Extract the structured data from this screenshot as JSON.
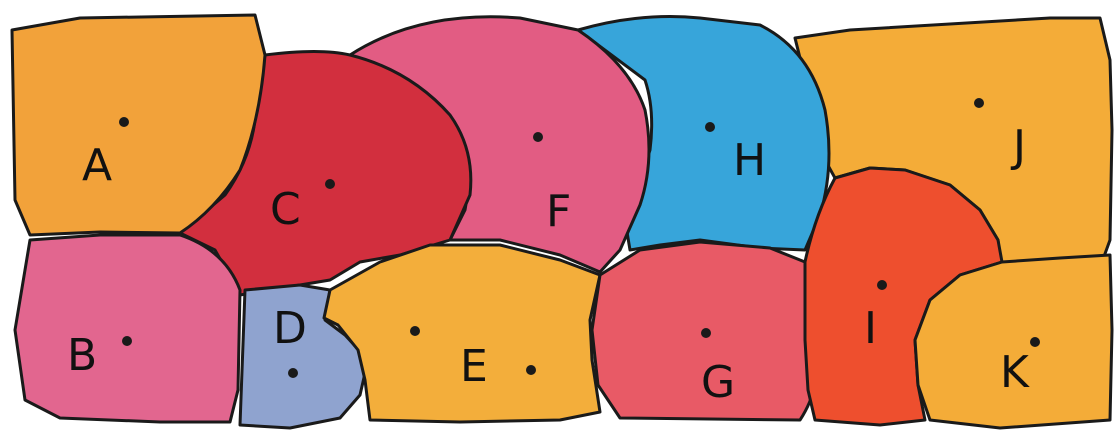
{
  "regions": [
    {
      "id": "A",
      "label": "A",
      "color": "#F2A23A"
    },
    {
      "id": "B",
      "label": "B",
      "color": "#E2668F"
    },
    {
      "id": "C",
      "label": "C",
      "color": "#D22F3E"
    },
    {
      "id": "D",
      "label": "D",
      "color": "#8FA3CF"
    },
    {
      "id": "E",
      "label": "E",
      "color": "#F3AE3B"
    },
    {
      "id": "F",
      "label": "F",
      "color": "#E25C83"
    },
    {
      "id": "G",
      "label": "G",
      "color": "#E85A66"
    },
    {
      "id": "H",
      "label": "H",
      "color": "#37A5DA"
    },
    {
      "id": "I",
      "label": "I",
      "color": "#EE4F2E"
    },
    {
      "id": "J",
      "label": "J",
      "color": "#F4AC38"
    },
    {
      "id": "K",
      "label": "K",
      "color": "#F4AC38"
    }
  ]
}
